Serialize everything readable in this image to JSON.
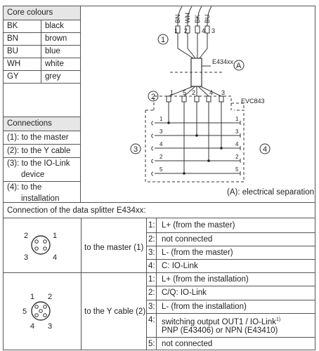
{
  "core_colours": {
    "title": "Core colours",
    "rows": [
      {
        "code": "BK",
        "name": "black"
      },
      {
        "code": "BN",
        "name": "brown"
      },
      {
        "code": "BU",
        "name": "blue"
      },
      {
        "code": "WH",
        "name": "white"
      },
      {
        "code": "GY",
        "name": "grey"
      }
    ]
  },
  "connections": {
    "title": "Connections",
    "items": [
      {
        "line1": "(1): to the master"
      },
      {
        "line1": "(2): to the Y cable"
      },
      {
        "line1": "(3): to the IO-Link",
        "line2": "device"
      },
      {
        "line1": "(4): to the",
        "line2": "installation"
      }
    ]
  },
  "diagram": {
    "top_wires": [
      "BN",
      "WH",
      "BK",
      "BU"
    ],
    "top_pins": [
      "1",
      "2",
      "4",
      "3"
    ],
    "marker_1": "1",
    "marker_2": "2",
    "marker_3": "3",
    "marker_4": "4",
    "marker_a": "A",
    "part_label": "E434xx",
    "box_label": "EVC843",
    "y_pins": [
      "1",
      "5",
      "2",
      "4",
      "3"
    ],
    "row_pins": [
      "1",
      "3",
      "4",
      "2",
      "5"
    ],
    "separation": "(A): electrical separation"
  },
  "connection_table": {
    "title": "Connection of the data splitter E434xx:",
    "group1": {
      "connector_pins": [
        "2",
        "1",
        "3",
        "4"
      ],
      "label": "to the master (1)",
      "rows": [
        {
          "num": "1:",
          "text": "L+ (from the master)"
        },
        {
          "num": "2:",
          "text": "not connected"
        },
        {
          "num": "3:",
          "text": "L- (from the master)"
        },
        {
          "num": "4:",
          "text": "C: IO-Link"
        }
      ]
    },
    "group2": {
      "connector_pins": [
        "1",
        "2",
        "5",
        "4",
        "3"
      ],
      "label": "to the Y cable (2)",
      "rows": [
        {
          "num": "1:",
          "text": "L+ (from the installation)"
        },
        {
          "num": "2:",
          "text": "C/Q: IO-Link"
        },
        {
          "num": "3:",
          "text": "L- (from the installation)"
        },
        {
          "num": "4:",
          "text": "switching output OUT1 / IO-Link",
          "sup": "1)",
          "text2": "PNP (E43406) or NPN (E43410)"
        },
        {
          "num": "5:",
          "text": "not connected"
        }
      ]
    }
  }
}
